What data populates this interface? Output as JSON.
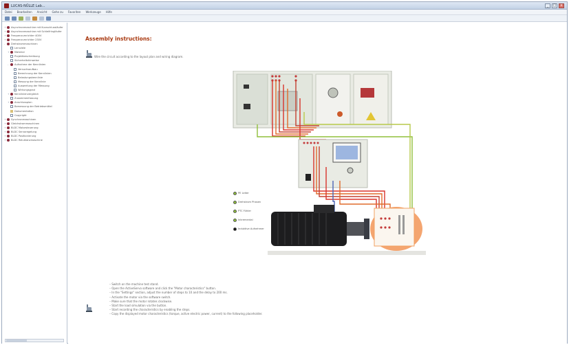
{
  "window": {
    "title": "LUCAS-NÜLLE Lab...",
    "minimize": "_",
    "maximize": "□",
    "close": "x"
  },
  "menu": [
    "Datei",
    "Bearbeiten",
    "Ansicht",
    "Gehe zu",
    "Favoriten",
    "Werkzeuge",
    "Hilfe"
  ],
  "toolbar_icons": [
    "back-icon",
    "forward-icon",
    "home-icon",
    "print-icon",
    "search-icon",
    "font-size-icon",
    "help-icon"
  ],
  "sidebar": {
    "items": [
      {
        "label": "Asynchronmaschine mit Kurzschlussläufer",
        "indent": 0,
        "icon": "book",
        "exp": "+"
      },
      {
        "label": "Asynchronmaschine mit Schleifringläufer",
        "indent": 0,
        "icon": "book",
        "exp": "+"
      },
      {
        "label": "Frequenzumrichter 400V",
        "indent": 0,
        "icon": "book",
        "exp": "+"
      },
      {
        "label": "Frequenzumrichter 230V",
        "indent": 0,
        "icon": "book",
        "exp": "+"
      },
      {
        "label": "Drehstrommaschinen",
        "indent": 0,
        "icon": "book",
        "exp": "-"
      },
      {
        "label": "Lernziele",
        "indent": 1,
        "icon": "doc",
        "exp": ""
      },
      {
        "label": "Material",
        "indent": 1,
        "icon": "book",
        "exp": "+"
      },
      {
        "label": "Projektbeschreibung",
        "indent": 1,
        "icon": "doc",
        "exp": ""
      },
      {
        "label": "Sicherheitshinweise",
        "indent": 1,
        "icon": "doc",
        "exp": ""
      },
      {
        "label": "Aufnahme der Kennlinien",
        "indent": 1,
        "icon": "book",
        "exp": "-"
      },
      {
        "label": "Versuchsaufbau",
        "indent": 2,
        "icon": "doc",
        "exp": ""
      },
      {
        "label": "Berechnung der Kennlinien",
        "indent": 2,
        "icon": "doc",
        "exp": ""
      },
      {
        "label": "Belastungskennlinie",
        "indent": 2,
        "icon": "doc",
        "exp": ""
      },
      {
        "label": "Messung der Kennlinie",
        "indent": 2,
        "icon": "doc",
        "exp": ""
      },
      {
        "label": "Auswertung der Messung",
        "indent": 2,
        "icon": "doc",
        "exp": ""
      },
      {
        "label": "Wirkungsgrad",
        "indent": 2,
        "icon": "doc",
        "exp": ""
      },
      {
        "label": "Kennlinienvergleich",
        "indent": 1,
        "icon": "book",
        "exp": "+"
      },
      {
        "label": "Zusammenfassung",
        "indent": 1,
        "icon": "doc",
        "exp": ""
      },
      {
        "label": "Anschlussplan",
        "indent": 1,
        "icon": "book",
        "exp": "+"
      },
      {
        "label": "Bemessung der Betriebsmittel",
        "indent": 1,
        "icon": "doc",
        "exp": ""
      },
      {
        "label": "Dokumentation",
        "indent": 1,
        "icon": "folder",
        "exp": ""
      },
      {
        "label": "Copyright",
        "indent": 1,
        "icon": "doc",
        "exp": ""
      },
      {
        "label": "Synchronmaschinen",
        "indent": 0,
        "icon": "book",
        "exp": "+"
      },
      {
        "label": "Gleichstrommaschinen",
        "indent": 0,
        "icon": "book",
        "exp": "+"
      },
      {
        "label": "BLDC Motorsteuerung",
        "indent": 0,
        "icon": "book",
        "exp": "+"
      },
      {
        "label": "BLDC Servoregelung",
        "indent": 0,
        "icon": "book",
        "exp": "+"
      },
      {
        "label": "BLDC Positionierung",
        "indent": 0,
        "icon": "book",
        "exp": "+"
      },
      {
        "label": "BLDC Reluktanzmaschine",
        "indent": 0,
        "icon": "book",
        "exp": "+"
      }
    ]
  },
  "main": {
    "heading": "Assembly instructions:",
    "intro": "Wire the circuit according to the layout plan and wiring diagram.",
    "legend": [
      {
        "label": "PE Leiter",
        "color": "#8fbf3a"
      },
      {
        "label": "Drehstrom Phasen",
        "color": "#8fbf3a"
      },
      {
        "label": "PTC Fühler",
        "color": "#8fbf3a"
      },
      {
        "label": "Inkremental",
        "color": "#8fbf3a"
      },
      {
        "label": "Induktive Aufnehmer",
        "color": "#111111"
      }
    ],
    "steps": [
      "Switch on the machine test stand.",
      "Open the ActiveServo software and click the \"Motor characteristics\" button.",
      "In the \"Settings\" section, adjust the number of steps to 10 and the delay to 200 ms.",
      "Activate the motor via the software switch.",
      "Make sure that the motor rotates clockwise.",
      "Start the load simulation via the button.",
      "Start recording the characteristics by enabling the steps.",
      "Copy the displayed motor characteristics (torque, active electric power, current) to the following placeholder."
    ]
  }
}
